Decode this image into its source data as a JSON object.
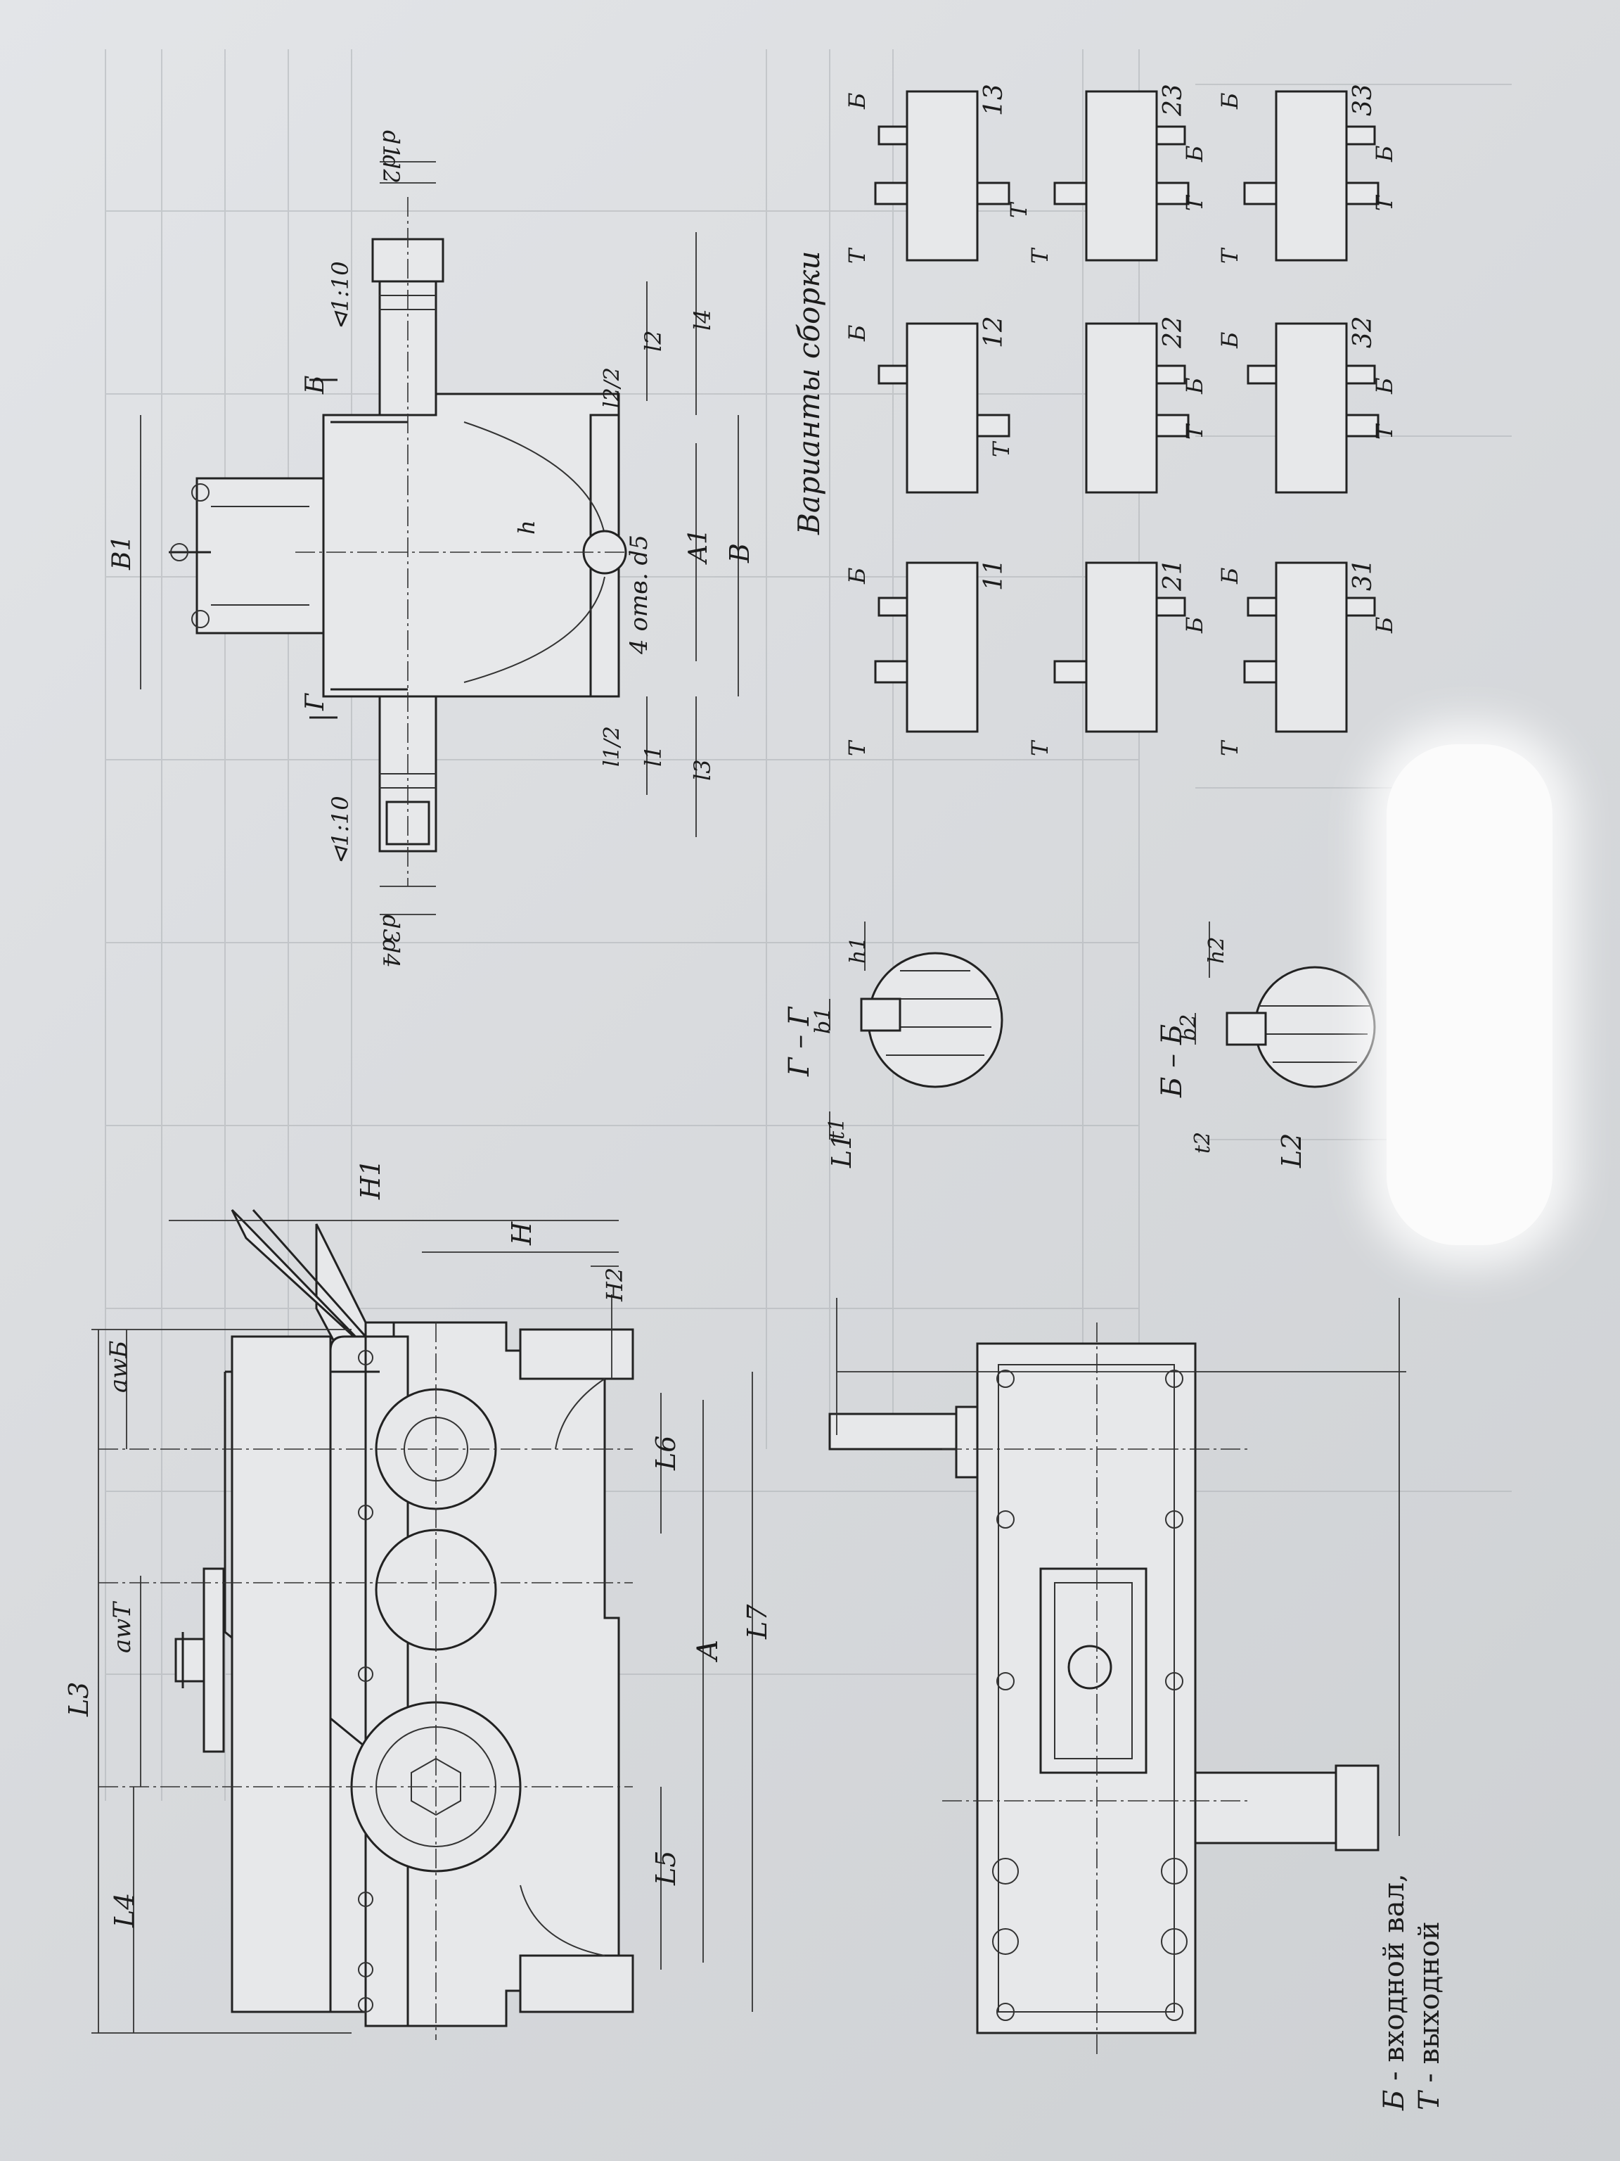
{
  "labels": {
    "L3": "L3",
    "awT": "awT",
    "awB": "awБ",
    "L4": "L4",
    "L5": "L5",
    "L6": "L6",
    "L7": "L7",
    "A": "A",
    "H": "H",
    "H1": "H1",
    "H2": "H2",
    "L1": "L1",
    "L2": "L2",
    "B1": "B1",
    "A1": "A1",
    "B": "B",
    "l1": "l1",
    "l2": "l2",
    "l3": "l3",
    "l4": "l4",
    "l1half": "l1/2",
    "l2half": "l2/2",
    "d1": "d1",
    "d2": "d2",
    "d3": "d3",
    "d4": "d4",
    "taper1": "⊲1:10",
    "taper2": "⊲1:10",
    "holes": "4 отв. d5",
    "h": "h",
    "sectionG": "Г",
    "sectionB": "Б",
    "arrowG": "Г",
    "arrowB": "Б",
    "b1": "b1",
    "t1": "t1",
    "h1": "h1",
    "b2": "b2",
    "t2": "t2",
    "h2": "h2"
  },
  "sections": {
    "g_title": "Г – Г",
    "b_title": "Б – Б"
  },
  "assembly": {
    "title": "Варианты сборки",
    "variants": [
      "11",
      "12",
      "13",
      "21",
      "22",
      "23",
      "31",
      "32",
      "33"
    ],
    "tag_T": "Т",
    "tag_B": "Б"
  },
  "legend": {
    "input_letter": "Б",
    "input_text": " - входной вал,",
    "output_letter": "Т",
    "output_text": " - выходной"
  }
}
